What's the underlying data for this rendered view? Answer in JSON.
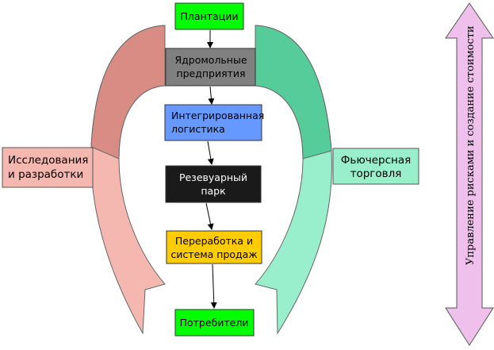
{
  "nodes": {
    "plantations": "Плантации",
    "core_line1": "Ядромольные",
    "core_line2": "предприятия",
    "logistics_line1": "Интегрированная",
    "logistics_line2": "логистика",
    "tank_line1": "Резевуарный",
    "tank_line2": "парк",
    "processing_line1": "Переработка и",
    "processing_line2": "система продаж",
    "consumers": "Потребители"
  },
  "sides": {
    "rnd_line1": "Исследования",
    "rnd_line2": "и разработки",
    "futures_line1": "Фьючерсная",
    "futures_line2": "торговля"
  },
  "vertical_arrow_label": "Управление рисками и создание стоимости",
  "colors": {
    "plantations": "#00ff00",
    "core": "#808080",
    "logistics": "#6699ff",
    "tank": "#1a1a1a",
    "processing": "#ffcc00",
    "consumers": "#00ff00",
    "rnd": "#f4b8b0",
    "rnd_dark": "#d98c84",
    "futures": "#99eecc",
    "futures_dark": "#55cc99",
    "vertical_arrow": "#f0c0ec"
  }
}
